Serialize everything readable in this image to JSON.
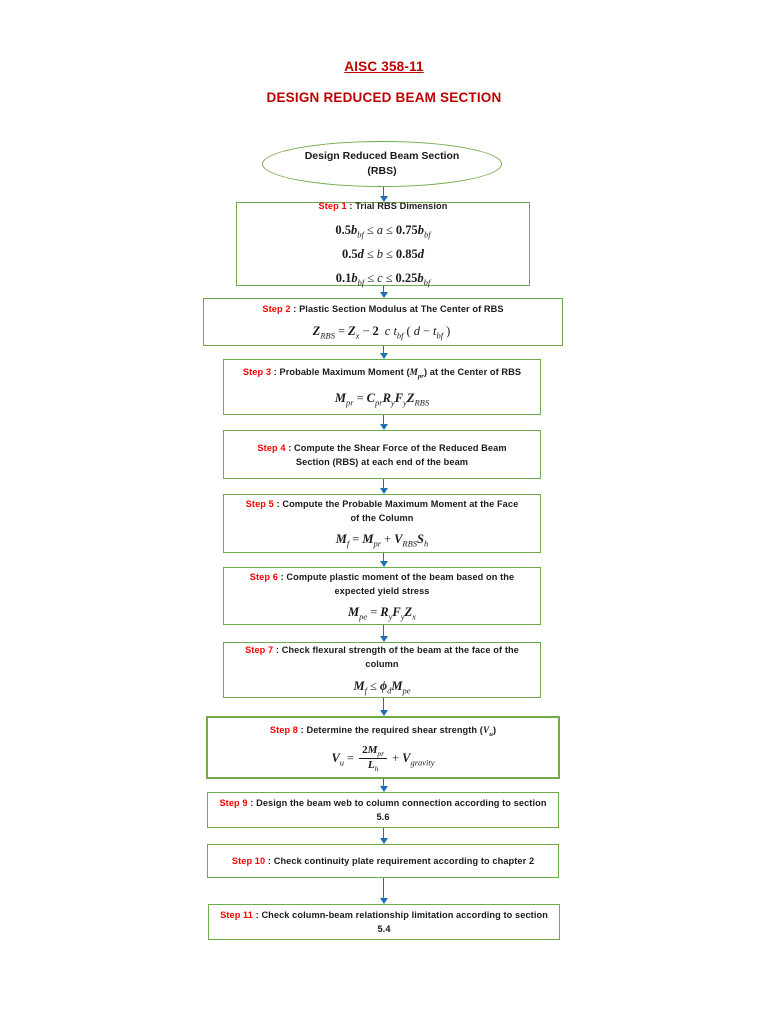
{
  "document": {
    "code": "AISC 358-11",
    "title": "DESIGN REDUCED BEAM SECTION"
  },
  "start_node": {
    "name": "design-reduced-beam-section",
    "line1": "Design Reduced Beam Section",
    "line2": "(RBS)"
  },
  "steps": [
    {
      "label": "Step 1",
      "separator": " : ",
      "heading": "Trial RBS Dimension",
      "formulas": [
        "0.5b_bf ≤ a ≤ 0.75b_bf",
        "0.5d ≤ b ≤ 0.85d",
        "0.1b_bf ≤ c ≤ 0.25b_bf"
      ]
    },
    {
      "label": "Step 2",
      "separator": " : ",
      "heading": "Plastic Section Modulus at The Center of RBS",
      "formulas": [
        "Z_RBS = Z_x − 2 c t_bf ( d − t_bf )"
      ]
    },
    {
      "label": "Step 3",
      "separator": " : ",
      "heading": "Probable Maximum Moment (M_pr) at the Center of RBS",
      "formulas": [
        "M_pr = C_pr R_y F_y Z_RBS"
      ]
    },
    {
      "label": "Step 4",
      "separator": " : ",
      "heading": "Compute the Shear Force of the Reduced Beam Section (RBS) at each end of the beam",
      "formulas": []
    },
    {
      "label": "Step 5",
      "separator": " : ",
      "heading": "Compute the Probable Maximum Moment at the Face of the Column",
      "formulas": [
        "M_f = M_pr + V_RBS S_h"
      ]
    },
    {
      "label": "Step 6",
      "separator": " : ",
      "heading": "Compute plastic moment of the beam based on the expected yield stress",
      "formulas": [
        "M_pe = R_y F_y Z_x"
      ]
    },
    {
      "label": "Step 7",
      "separator": " : ",
      "heading": "Check flexural strength of the beam at the face of the column",
      "formulas": [
        "M_f ≤ ϕ_d M_pe"
      ]
    },
    {
      "label": "Step 8",
      "separator": " : ",
      "heading": "Determine the required shear strength (V_u)",
      "formulas": [
        "V_u = 2M_pr / L_h + V_gravity"
      ]
    },
    {
      "label": "Step 9",
      "separator": " : ",
      "heading": "Design the beam web to column connection according to section 5.6",
      "formulas": []
    },
    {
      "label": "Step 10",
      "separator": " : ",
      "heading": "Check continuity plate requirement according to chapter 2",
      "formulas": []
    },
    {
      "label": "Step 11",
      "separator": " : ",
      "heading": "Check column-beam relationship limitation according to section 5.4",
      "formulas": []
    }
  ],
  "colors": {
    "title_red": "#C00000",
    "step_label_red": "#FF0000",
    "box_border_green": "#6FAA4B",
    "arrow_blue": "#1F6FB5",
    "text_black": "#1a1a1a"
  }
}
